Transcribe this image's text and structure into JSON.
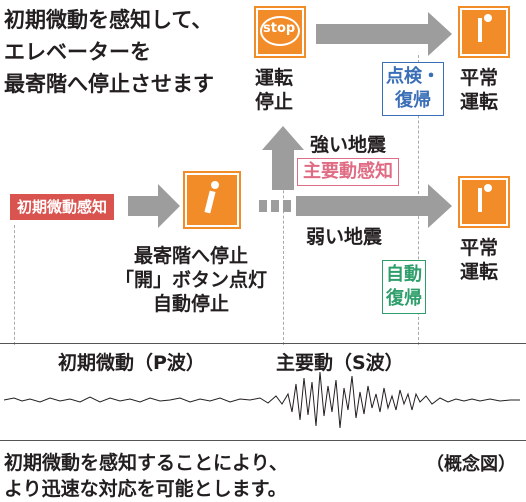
{
  "intro": {
    "line1": "初期微動を感知して、",
    "line2": "エレベーターを",
    "line3": "最寄階へ停止させます"
  },
  "stop_icon_text": "stop",
  "labels": {
    "emergency_stop_1": "運転",
    "emergency_stop_2": "停止",
    "normal_top_1": "平常",
    "normal_top_2": "運転",
    "normal_bottom_1": "平常",
    "normal_bottom_2": "運転",
    "strong_quake": "強い地震",
    "weak_quake": "弱い地震",
    "nearest_floor_1": "最寄階へ停止",
    "nearest_floor_2": "「開」ボタン点灯",
    "nearest_floor_3": "自動停止"
  },
  "badges": {
    "initial_detect": "初期微動感知",
    "main_detect": "主要動感知",
    "inspect_1": "点検・",
    "inspect_2": "復帰",
    "auto_1": "自動",
    "auto_2": "復帰"
  },
  "waves": {
    "p_wave": "初期微動（P波）",
    "s_wave": "主要動（S波）"
  },
  "footer": {
    "line1": "初期微動を感知することにより、",
    "line2": "より迅速な対応を可能とします。",
    "note": "（概念図）"
  },
  "colors": {
    "orange": "#f28c28",
    "red": "#d9534f",
    "pink": "#e06c84",
    "blue": "#3a6fb7",
    "green": "#2e9e6b",
    "arrow_gray": "#9d9d9d"
  }
}
